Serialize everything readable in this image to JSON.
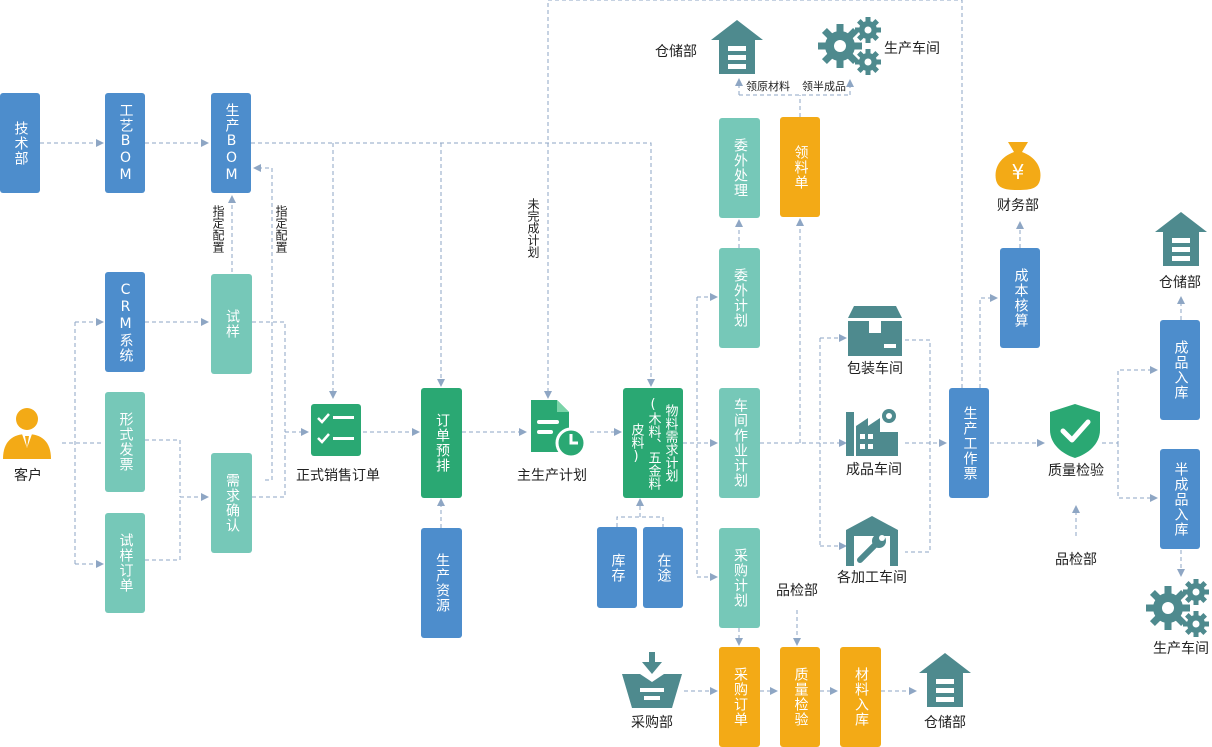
{
  "nodes": {
    "tech_dept": "技术部",
    "process_bom": "工艺BOM",
    "prod_bom": "生产BOM",
    "crm": "CRM系统",
    "trial": "试样",
    "form_invoice": "形式发票",
    "demand_confirm": "需求确认",
    "trial_order": "试样订单",
    "customer": "客户",
    "formal_order": "正式销售订单",
    "order_schedule": "订单预排",
    "prod_resource": "生产资源",
    "master_plan": "主生产计划",
    "mrp_line1": "物料需求计划",
    "mrp_line2": "(木料、五金料",
    "mrp_line3": "皮料)",
    "stock": "库存",
    "in_transit": "在途",
    "outsource_plan": "委外计划",
    "outsource_proc": "委外处理",
    "picking_list": "领料单",
    "workshop_plan": "车间作业计划",
    "purchase_plan": "采购计划",
    "purchase_order": "采购订单",
    "quality_check_mid": "质量检验",
    "material_in": "材料入库",
    "packing_ws": "包装车间",
    "finished_ws": "成品车间",
    "processing_ws": "各加工车间",
    "work_ticket": "生产工作票",
    "cost_account": "成本核算",
    "finance": "财务部",
    "quality_check": "质量检验",
    "qc_dept": "品检部",
    "qc_dept_mid": "品检部",
    "finished_in": "成品入库",
    "semi_in": "半成品入库",
    "warehouse_top": "仓储部",
    "workshop_top": "生产车间",
    "warehouse_right": "仓储部",
    "workshop_right": "生产车间",
    "purchase_dept": "采购部",
    "warehouse_bottom": "仓储部"
  },
  "edge_labels": {
    "assign_config_1": "指定配置",
    "assign_config_2": "指定配置",
    "unfinished_plan": "未完成计划",
    "get_raw": "领原材料",
    "get_semi": "领半成品"
  },
  "icons": [
    "customer-icon",
    "formal-order-icon",
    "master-plan-icon",
    "warehouse-icon",
    "gear-icon",
    "money-bag-icon",
    "packing-box-icon",
    "factory-icon",
    "wrench-icon",
    "shield-check-icon",
    "purchase-basket-icon"
  ],
  "colors": {
    "blue": "#4d8dcc",
    "teal": "#76c8b8",
    "green": "#2aa873",
    "orange": "#f3aa16",
    "connector": "#8ea6c4"
  }
}
